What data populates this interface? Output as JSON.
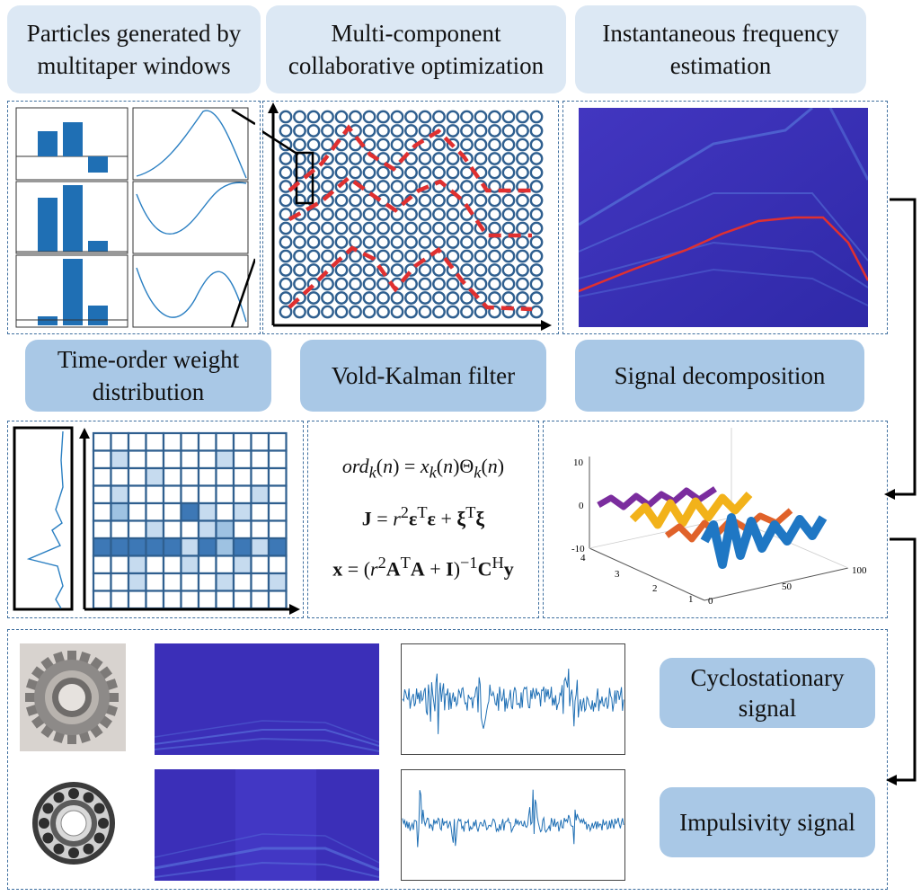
{
  "labels": {
    "particles": "Particles generated by multitaper windows",
    "multi_component": "Multi-component collaborative optimization",
    "inst_freq": "Instantaneous frequency estimation",
    "time_order": "Time-order weight distribution",
    "vold_kalman": "Vold-Kalman filter",
    "signal_decomp": "Signal decomposition",
    "cyclostationary": "Cyclostationary signal",
    "impulsivity": "Impulsivity signal"
  },
  "waterfall_axes": {
    "y_ticks": [
      "10",
      "0",
      "-10"
    ],
    "depth_ticks": [
      "4",
      "3",
      "2",
      "1"
    ],
    "x_ticks": [
      "0",
      "50",
      "100"
    ]
  },
  "colors": {
    "accent_red": "#e03030",
    "bar_blue": "#1f6fb4",
    "spectrogram_bg": "#3b2fb8",
    "purple": "#7b2d9e",
    "yellow": "#f2b21a",
    "orange": "#e0622a",
    "blue": "#1f77c4"
  }
}
